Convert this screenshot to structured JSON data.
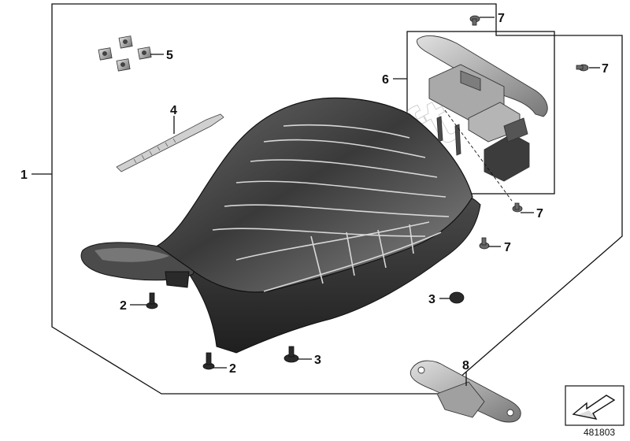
{
  "diagram": {
    "diagram_id": "481803",
    "watermark": "AutoSoft",
    "callouts": [
      {
        "key": "c1",
        "number": "1",
        "part": "seat-assembly"
      },
      {
        "key": "c2a",
        "number": "2",
        "part": "rubber-buffer"
      },
      {
        "key": "c2b",
        "number": "2",
        "part": "rubber-buffer"
      },
      {
        "key": "c3a",
        "number": "3",
        "part": "rubber-buffer"
      },
      {
        "key": "c3b",
        "number": "3",
        "part": "rubber-buffer"
      },
      {
        "key": "c4",
        "number": "4",
        "part": "cable-strap"
      },
      {
        "key": "c5",
        "number": "5",
        "part": "spring-nut"
      },
      {
        "key": "c6",
        "number": "6",
        "part": "seat-lock-set"
      },
      {
        "key": "c7a",
        "number": "7",
        "part": "screw"
      },
      {
        "key": "c7b",
        "number": "7",
        "part": "screw"
      },
      {
        "key": "c7c",
        "number": "7",
        "part": "screw"
      },
      {
        "key": "c7d",
        "number": "7",
        "part": "screw"
      },
      {
        "key": "c8",
        "number": "8",
        "part": "bracket"
      }
    ],
    "colors": {
      "line": "#111111",
      "seat_dark": "#2f2f2f",
      "seat_mid": "#5a5a5a",
      "metal": "#9a9a9a"
    }
  }
}
